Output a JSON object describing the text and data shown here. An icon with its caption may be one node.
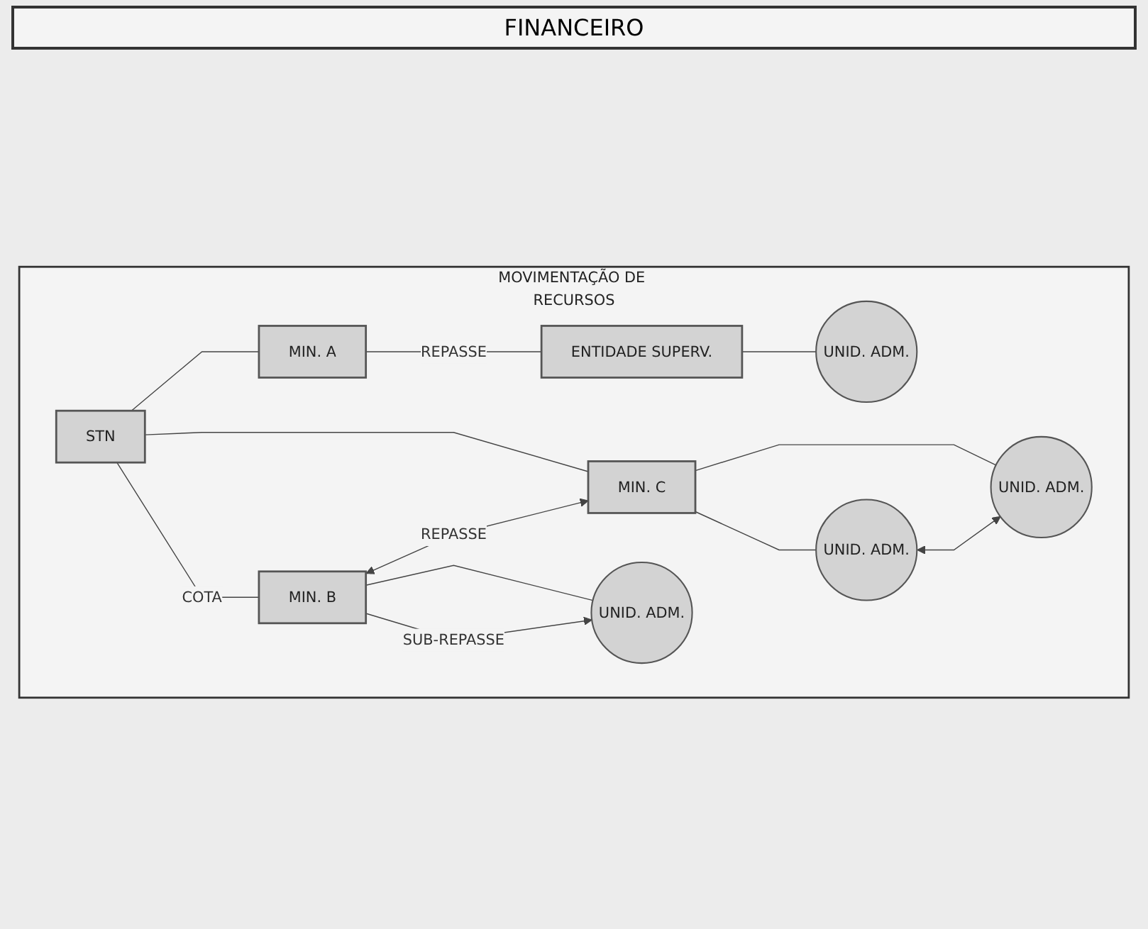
{
  "diagram": {
    "title": "FINANCEIRO",
    "nodes": [
      {
        "text": [
          "MOVIMENTAÇÃO DE RECURSOS"
        ]
      },
      {
        "text": [
          "STN"
        ],
        "in": 0
      },
      {
        "text": [
          "MIN. A"
        ],
        "in": 0
      },
      {
        "text": [
          "MIN. B"
        ],
        "in": 0
      },
      {
        "text": [
          "MIN. C"
        ],
        "in": 0
      },
      {
        "text": [
          "ENTIDADE SUPERV."
        ],
        "in": 0
      },
      {
        "text": [
          "UNID. ADM."
        ],
        "in": 0
      },
      {
        "text": [
          "UNID. ADM."
        ],
        "in": 0
      },
      {
        "text": [
          "UNID. ADM."
        ],
        "in": 0
      },
      {
        "text": [
          "UNID. ADM."
        ],
        "in": 0
      }
    ],
    "edges": [
      {
        "from": 1,
        "to": 2,
        "arrow": "none"
      },
      {
        "from": 1,
        "to": 3,
        "arrow": "none",
        "label": "COTA"
      },
      {
        "from": 1,
        "to": 4,
        "arrow": "none"
      },
      {
        "from": 3,
        "to": 4,
        "arrow": "both",
        "label": "REPASSE"
      },
      {
        "from": 2,
        "to": 5,
        "arrow": "none",
        "label": "REPASSE"
      },
      {
        "from": 3,
        "to": 6,
        "arrow": "none"
      },
      {
        "from": 3,
        "to": 6,
        "arrow": "to",
        "label": "SUB-REPASSE"
      },
      {
        "from": 5,
        "to": 7,
        "arrow": "none"
      },
      {
        "from": 4,
        "to": 8,
        "arrow": "none"
      },
      {
        "from": 4,
        "to": 9,
        "arrow": "none"
      },
      {
        "from": 8,
        "to": 9,
        "arrow": "both"
      }
    ]
  }
}
